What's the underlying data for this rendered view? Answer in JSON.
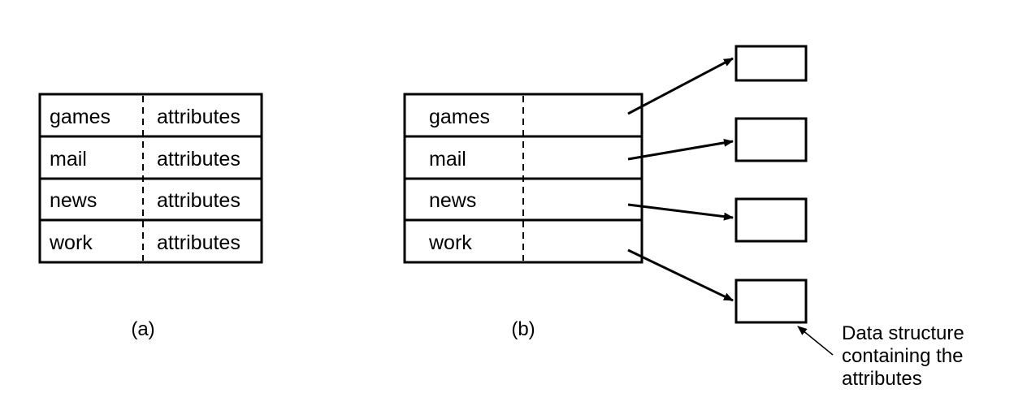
{
  "figure_a": {
    "caption": "(a)",
    "rows": [
      {
        "name": "games",
        "attr": "attributes"
      },
      {
        "name": "mail",
        "attr": "attributes"
      },
      {
        "name": "news",
        "attr": "attributes"
      },
      {
        "name": "work",
        "attr": "attributes"
      }
    ]
  },
  "figure_b": {
    "caption": "(b)",
    "rows": [
      {
        "name": "games"
      },
      {
        "name": "mail"
      },
      {
        "name": "news"
      },
      {
        "name": "work"
      }
    ],
    "note_lines": [
      "Data structure",
      "containing the",
      "attributes"
    ]
  }
}
